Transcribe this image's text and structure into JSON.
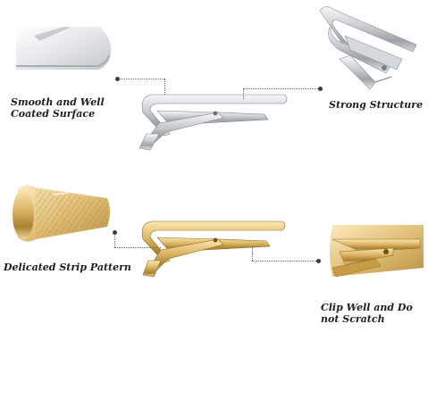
{
  "features": {
    "smooth": "Smooth and Well",
    "smooth_line2": "Coated Surface",
    "strong": "Strong Structure",
    "strip": "Delicated Strip Pattern",
    "clip": "Clip Well and Do",
    "clip_line2": "not Scratch"
  },
  "colors": {
    "silver": "#c9ccd1",
    "gold": "#d9b160",
    "label": "#1e1e1e",
    "background": "#ffffff"
  }
}
